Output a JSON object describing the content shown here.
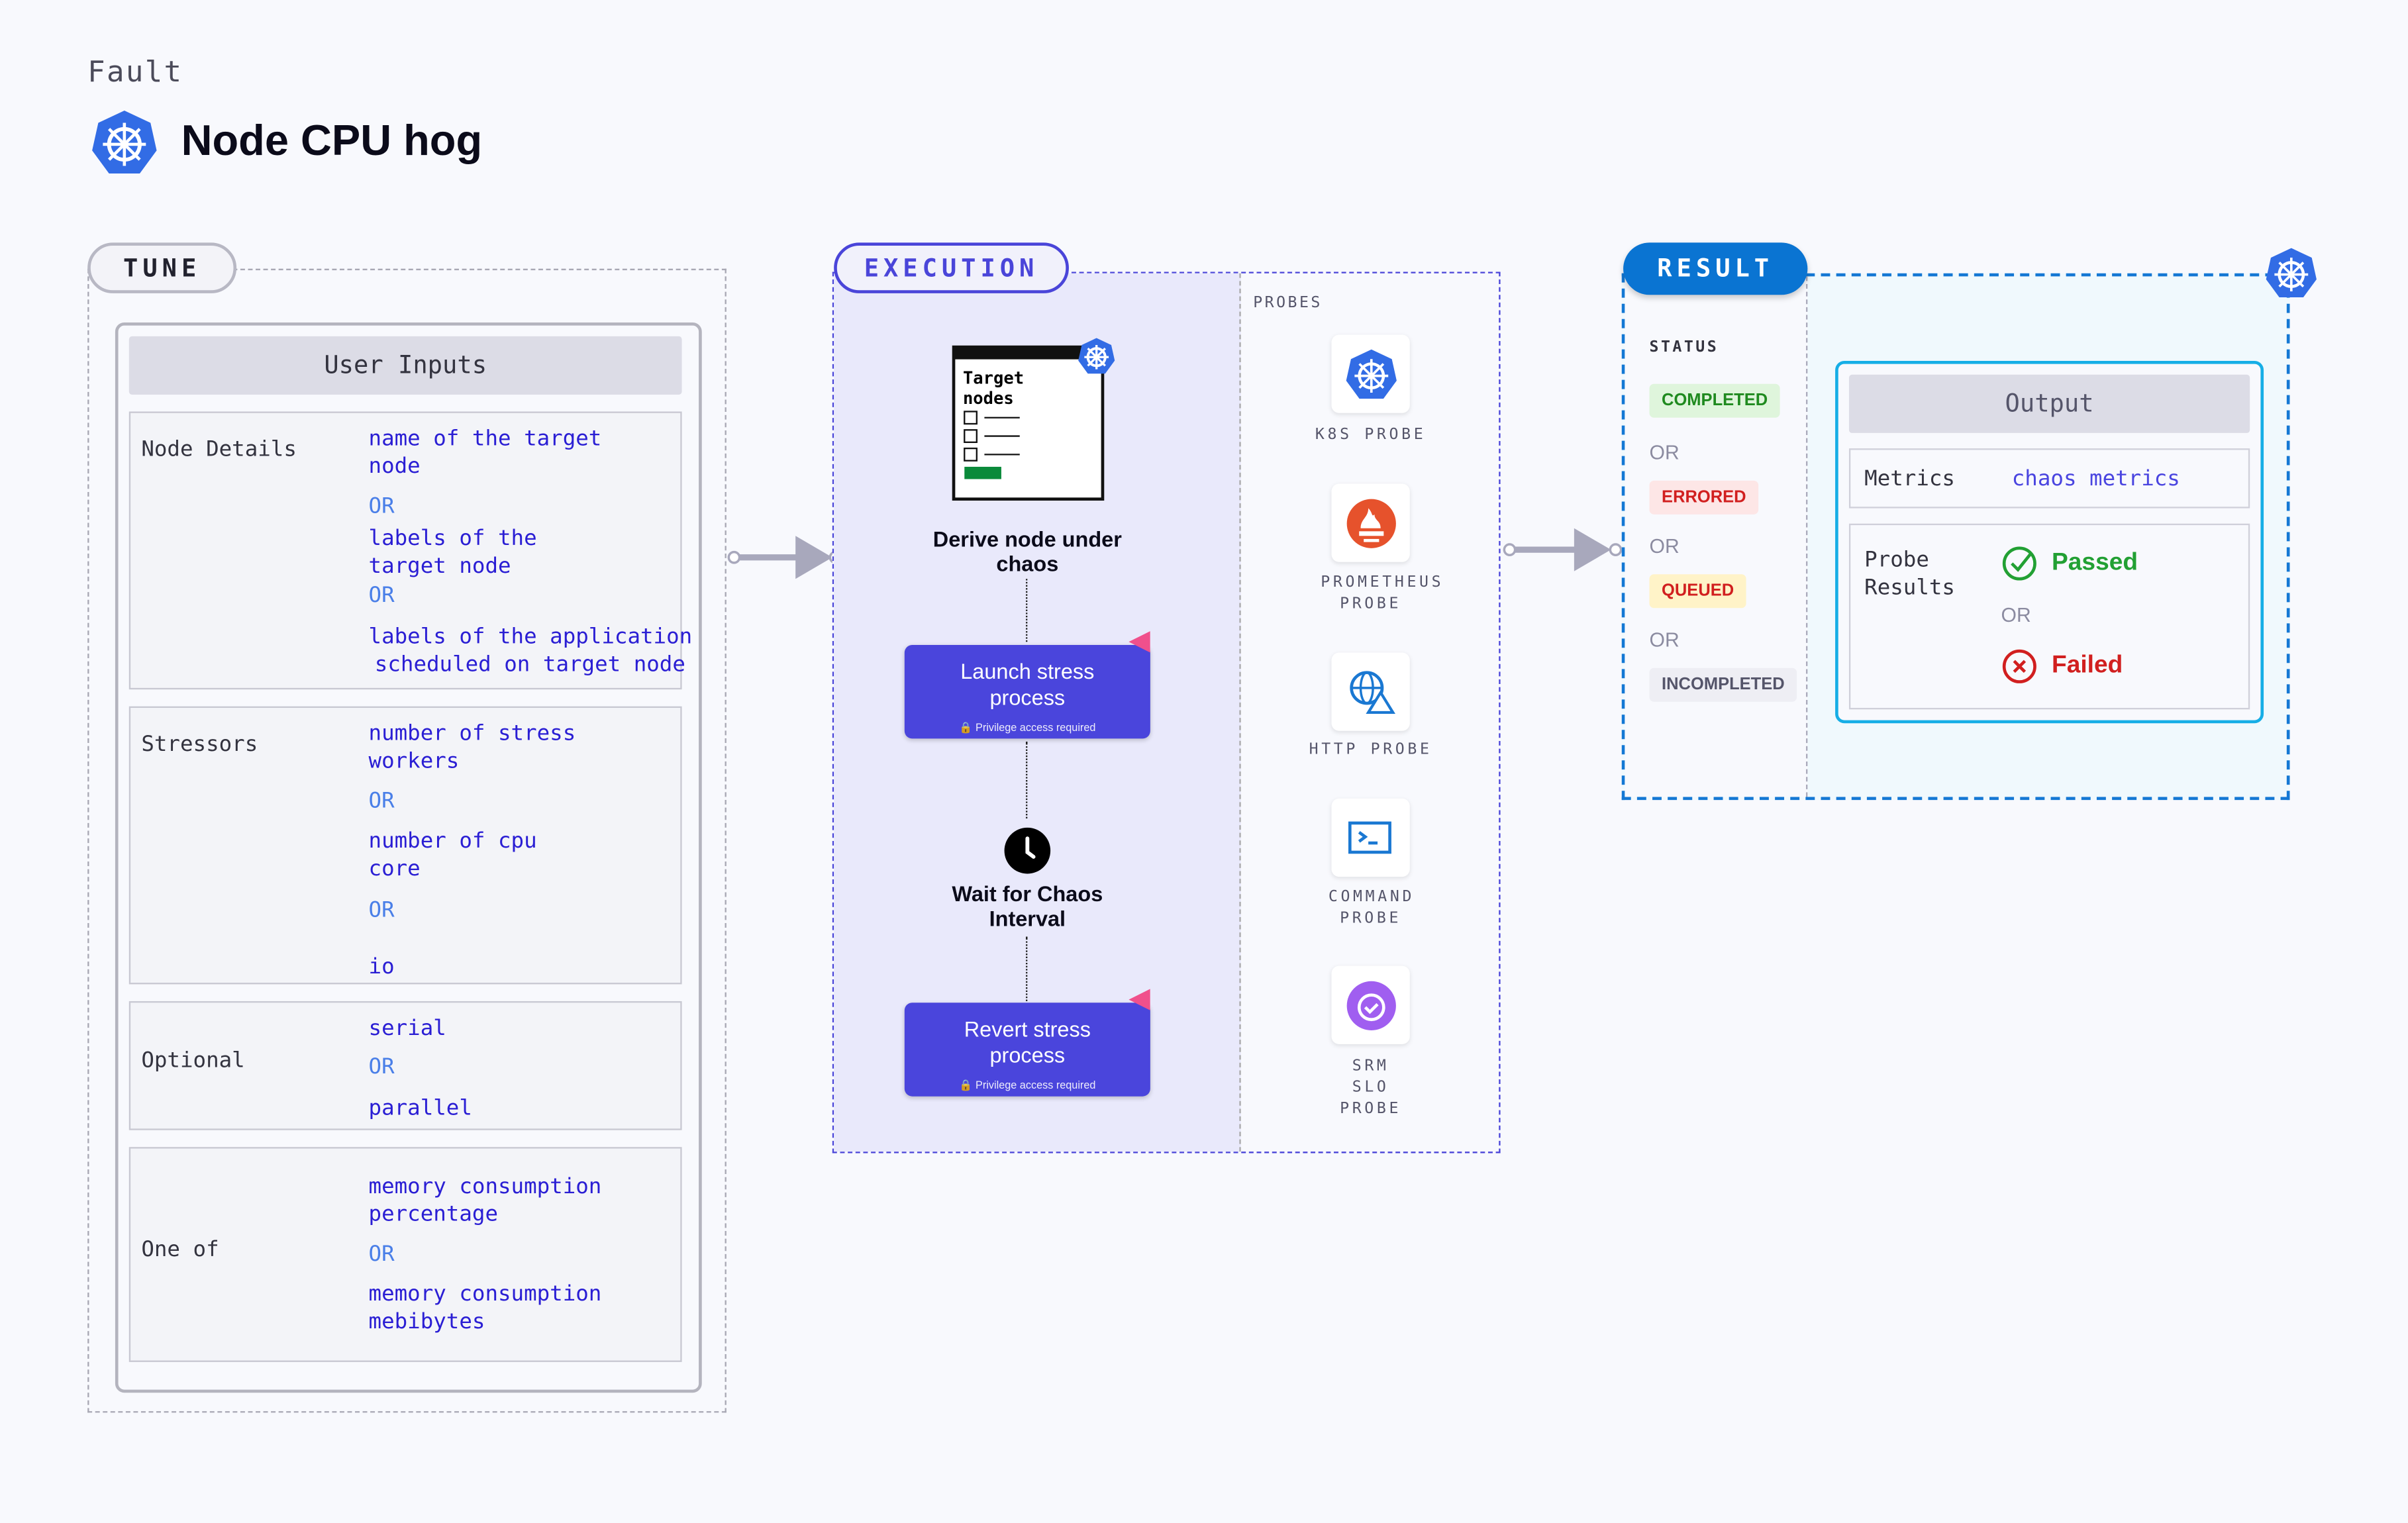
{
  "header": {
    "category": "Fault",
    "title": "Node CPU hog",
    "logo_icon": "kubernetes-icon"
  },
  "tune": {
    "label": "TUNE",
    "user_inputs_title": "User Inputs",
    "rows": [
      {
        "label": "Node Details",
        "values": [
          "name of the target",
          "node",
          "OR",
          "labels of the",
          "target node",
          "OR",
          "labels of the application",
          "scheduled on target node"
        ]
      },
      {
        "label": "Stressors",
        "values": [
          "number of stress",
          "workers",
          "OR",
          "number of cpu",
          "core",
          "OR",
          "io"
        ]
      },
      {
        "label": "Optional",
        "values": [
          "serial",
          "OR",
          "parallel"
        ]
      },
      {
        "label": "One of",
        "values": [
          "memory consumption",
          "percentage",
          "OR",
          "memory consumption",
          "mebibytes"
        ]
      }
    ]
  },
  "execution": {
    "label": "EXECUTION",
    "target_card": {
      "line1": "Target",
      "line2": "nodes"
    },
    "steps": [
      "Derive node under chaos",
      "Launch stress process",
      "Wait for Chaos Interval",
      "Revert stress process"
    ],
    "privilege_note": "Privilege access required",
    "probes_label": "PROBES",
    "probes": [
      {
        "label": "K8S PROBE",
        "icon": "kubernetes-icon"
      },
      {
        "label": "PROMETHEUS PROBE",
        "icon": "prometheus-icon"
      },
      {
        "label": "HTTP PROBE",
        "icon": "globe-warning-icon"
      },
      {
        "label": "COMMAND PROBE",
        "icon": "terminal-icon"
      },
      {
        "label": "SRM SLO PROBE",
        "icon": "srm-slo-icon"
      }
    ]
  },
  "result": {
    "label": "RESULT",
    "status_label": "STATUS",
    "statuses": [
      {
        "text": "COMPLETED",
        "color": "#1f8a1f",
        "bg": "#dff5dc"
      },
      {
        "text": "ERRORED",
        "color": "#d11f1f",
        "bg": "#fde6e6"
      },
      {
        "text": "QUEUED",
        "color": "#d11f1f",
        "bg": "#fff3c8"
      },
      {
        "text": "INCOMPLETED",
        "color": "#55556a",
        "bg": "#eeeef4"
      }
    ],
    "or": "OR",
    "output": {
      "title": "Output",
      "metrics_label": "Metrics",
      "metrics_value": "chaos metrics",
      "probe_results_label": "Probe Results",
      "passed": "Passed",
      "failed": "Failed"
    }
  }
}
